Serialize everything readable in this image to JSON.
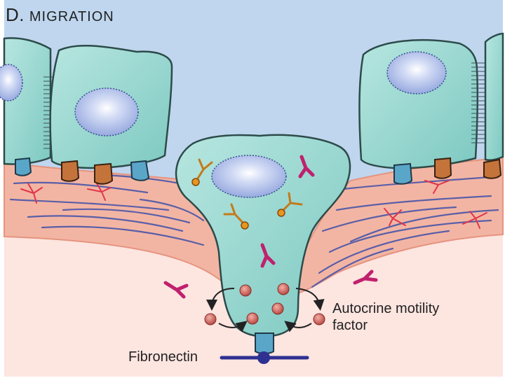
{
  "title": {
    "letter": "D.",
    "word": "MIGRATION"
  },
  "labels": {
    "autocrine_line1": "Autocrine motility",
    "autocrine_line2": "factor",
    "fibronectin": "Fibronectin"
  },
  "colors": {
    "background": "#bfd6ee",
    "cell_fill": "#92d6cf",
    "cell_stroke": "#2d4b4a",
    "nucleus": "#a9b9e6",
    "stroma": "#f3b5a3",
    "deep_tissue": "#fde5e0",
    "fibers": "#5a5fa8",
    "motility_factor": "#c0504a",
    "fibronectin": "#2e3191"
  }
}
